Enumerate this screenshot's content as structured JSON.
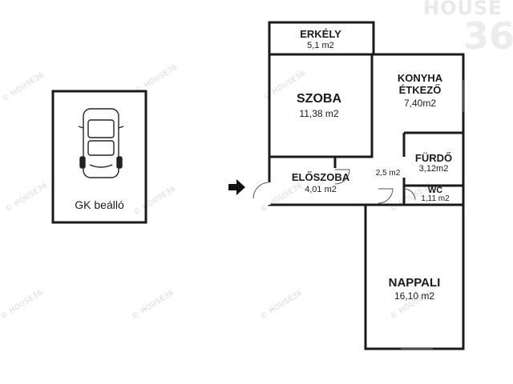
{
  "watermark": {
    "text": "© HOUSE36",
    "logo_text": "HOUSE",
    "logo_number": "36"
  },
  "rooms": {
    "erkely": {
      "name": "ERKÉLY",
      "area": "5,1 m2"
    },
    "szoba": {
      "name": "SZOBA",
      "area": "11,38 m2"
    },
    "konyha": {
      "name_line1": "KONYHA",
      "name_line2": "ÉTKEZŐ",
      "area": "7,40m2"
    },
    "furdo": {
      "name": "FÜRDŐ",
      "area": "3,12m2"
    },
    "eloszoba": {
      "name": "ELŐSZOBA",
      "area": "4,01 m2"
    },
    "corridor": {
      "area": "2,5 m2"
    },
    "wc": {
      "name": "WC",
      "area": "1,11 m2"
    },
    "nappali": {
      "name": "NAPPALI",
      "area": "16,10 m2"
    },
    "parking": {
      "name": "GK beálló"
    }
  },
  "colors": {
    "wall": "#1a1a1a",
    "watermark": "#d6d6d6",
    "background": "#ffffff"
  },
  "icons": {
    "entrance": "entrance-arrow-icon",
    "car": "car-icon"
  }
}
